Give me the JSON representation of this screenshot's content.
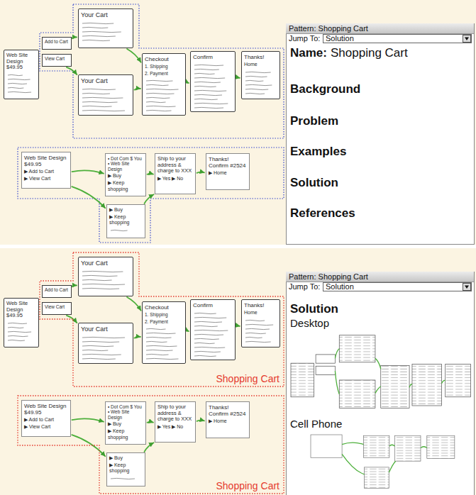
{
  "diagram": {
    "nodes": [
      {
        "text": [
          "Web Site Design $49.95"
        ]
      },
      {
        "text": [
          "Add to Cart"
        ]
      },
      {
        "text": [
          "View Cart"
        ]
      },
      {
        "text": [
          "Your Cart"
        ]
      },
      {
        "text": [
          "Your Cart"
        ]
      },
      {
        "text": [
          "Checkout",
          "1. Shipping",
          "2. Payment"
        ]
      },
      {
        "text": [
          "Confirm"
        ]
      },
      {
        "text": [
          "Thanks!",
          "Home"
        ]
      },
      {
        "text": [
          "Web Site Design $49.95",
          "▶ Add to Cart",
          "▶ View Cart"
        ]
      },
      {
        "text": [
          "• Dot Com $ You • Web Site Design",
          "▶ Buy",
          "▶ Keep shopping"
        ]
      },
      {
        "text": [
          "▶ Buy",
          "▶ Keep shopping"
        ]
      },
      {
        "text": [
          "Ship to your address & charge to XXX",
          "▶ Yes ▶ No"
        ]
      },
      {
        "text": [
          "Thanks! Confirm #2524",
          "▶ Home"
        ]
      },
      {
        "text": [
          "Pattern: Shopping Cart",
          "Jump To:",
          "Solution",
          "Name:",
          "Shopping Cart",
          "Background",
          "Problem",
          "Examples",
          "Solution",
          "References"
        ]
      },
      {
        "text": [
          "Web Site Design $49.95"
        ]
      },
      {
        "text": [
          "Shopping Cart"
        ]
      },
      {
        "text": [
          "Add to Cart"
        ],
        "in": 15
      },
      {
        "text": [
          "View Cart"
        ],
        "in": 15
      },
      {
        "text": [
          "Your Cart"
        ],
        "in": 15
      },
      {
        "text": [
          "Your Cart"
        ],
        "in": 15
      },
      {
        "text": [
          "Checkout",
          "1. Shipping",
          "2. Payment"
        ],
        "in": 15
      },
      {
        "text": [
          "Confirm"
        ],
        "in": 15
      },
      {
        "text": [
          "Thanks!",
          "Home"
        ],
        "in": 15
      },
      {
        "text": [
          "Shopping Cart"
        ]
      },
      {
        "text": [
          "Web Site Design $49.95",
          "▶ Add to Cart",
          "▶ View Cart"
        ],
        "in": 23
      },
      {
        "text": [
          "• Dot Com $ You • Web Site Design",
          "▶ Buy",
          "▶ Keep shopping"
        ],
        "in": 23
      },
      {
        "text": [
          "▶ Buy",
          "▶ Keep shopping"
        ],
        "in": 23
      },
      {
        "text": [
          "Ship to your address & charge to XXX",
          "▶ Yes ▶ No"
        ],
        "in": 23
      },
      {
        "text": [
          "Thanks! Confirm #2524",
          "▶ Home"
        ],
        "in": 23
      },
      {
        "text": [
          "Pattern: Shopping Cart",
          "Jump To:",
          "Solution",
          "Solution",
          "Desktop",
          "Cell Phone"
        ]
      }
    ],
    "edges": [
      {
        "from": 1,
        "to": 3,
        "arrow": "to"
      },
      {
        "from": 2,
        "to": 4,
        "arrow": "to"
      },
      {
        "from": 3,
        "to": 5,
        "arrow": "to"
      },
      {
        "from": 4,
        "to": 5,
        "arrow": "to"
      },
      {
        "from": 5,
        "to": 6,
        "arrow": "to"
      },
      {
        "from": 6,
        "to": 7,
        "arrow": "to"
      },
      {
        "from": 8,
        "to": 9,
        "arrow": "to"
      },
      {
        "from": 8,
        "to": 10,
        "arrow": "to"
      },
      {
        "from": 9,
        "to": 11,
        "arrow": "to"
      },
      {
        "from": 10,
        "to": 11,
        "arrow": "to"
      },
      {
        "from": 11,
        "to": 12,
        "arrow": "to"
      },
      {
        "from": 16,
        "to": 18,
        "arrow": "to"
      },
      {
        "from": 17,
        "to": 19,
        "arrow": "to"
      },
      {
        "from": 18,
        "to": 20,
        "arrow": "to"
      },
      {
        "from": 19,
        "to": 20,
        "arrow": "to"
      },
      {
        "from": 20,
        "to": 21,
        "arrow": "to"
      },
      {
        "from": 21,
        "to": 22,
        "arrow": "to"
      },
      {
        "from": 24,
        "to": 25,
        "arrow": "to"
      },
      {
        "from": 24,
        "to": 26,
        "arrow": "to"
      },
      {
        "from": 25,
        "to": 27,
        "arrow": "to"
      },
      {
        "from": 26,
        "to": 27,
        "arrow": "to"
      },
      {
        "from": 27,
        "to": 28,
        "arrow": "to"
      }
    ]
  }
}
